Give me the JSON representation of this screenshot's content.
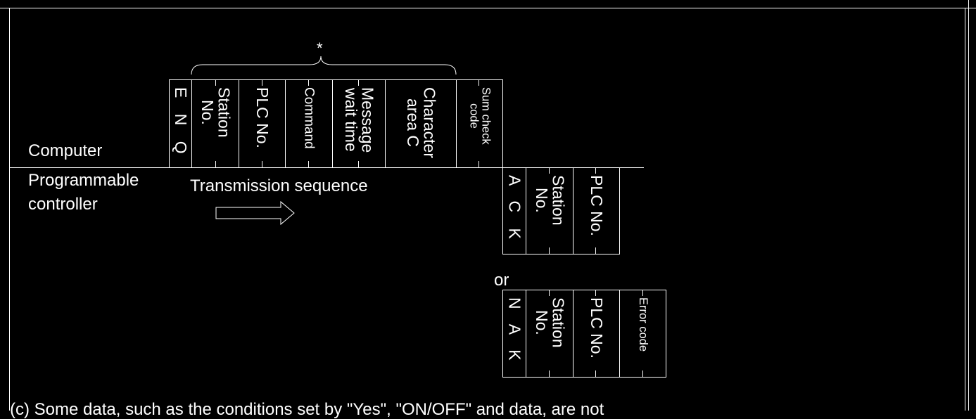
{
  "labels": {
    "computer": "Computer",
    "plc_line1": "Programmable",
    "plc_line2": "controller",
    "transmission": "Transmission sequence",
    "or": "or",
    "asterisk": "*",
    "bottom_fragment": "(c) Some data, such as the conditions set by \"Yes\", \"ON/OFF\" and data, are not"
  },
  "computer_frame": {
    "enq": "E N Q",
    "station_no": "Station\nNo.",
    "plc_no": "PLC No.",
    "command": "Command",
    "message_wait": "Message\nwait time",
    "character_area": "Character\narea C",
    "sum_check": "Sum check\ncode"
  },
  "ack_frame": {
    "ack": "A C K",
    "station_no": "Station\nNo.",
    "plc_no": "PLC No."
  },
  "nak_frame": {
    "nak": "N A K",
    "station_no": "Station\nNo.",
    "plc_no": "PLC No.",
    "error_code": "Error code"
  }
}
